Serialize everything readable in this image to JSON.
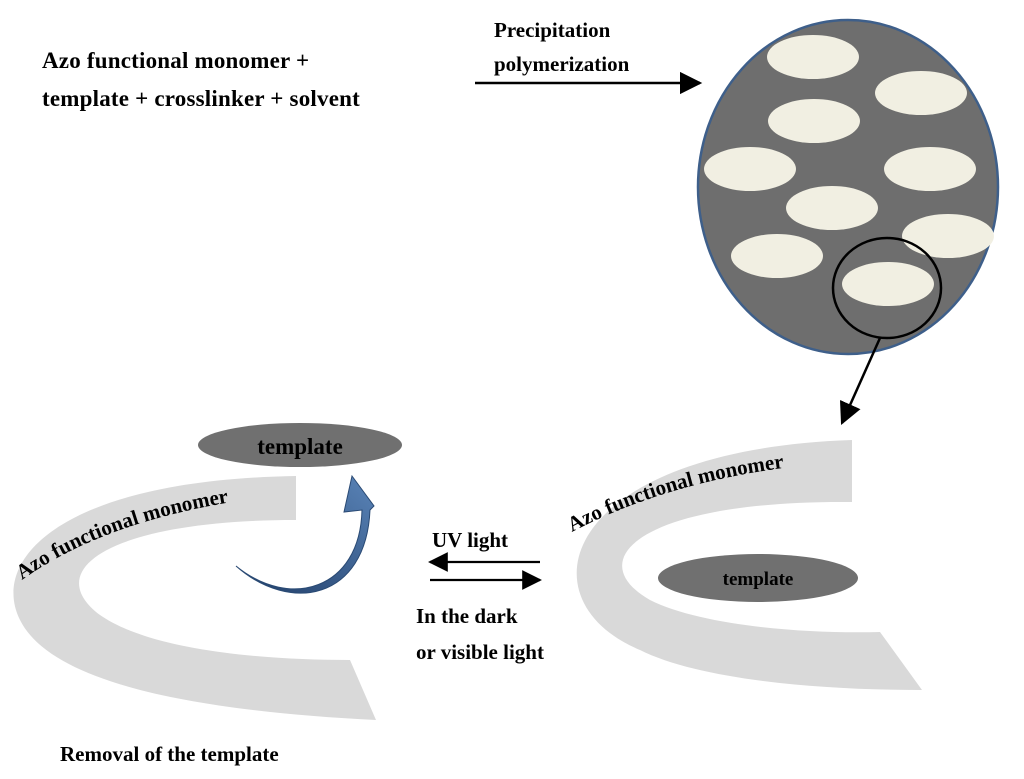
{
  "reactants": {
    "line1": "Azo functional monomer +",
    "line2": "template + crosslinker + solvent"
  },
  "polymerization": {
    "line1": "Precipitation",
    "line2": "polymerization"
  },
  "imprinted_site": {
    "monomer_label": "Azo functional monomer",
    "template_label": "template"
  },
  "released_site": {
    "monomer_label": "Azo functional monomer",
    "template_label": "template"
  },
  "switch": {
    "forward": "UV light",
    "reverse_line1": "In the dark",
    "reverse_line2": "or visible light"
  },
  "caption": "Removal of the template",
  "colors": {
    "particle_bg": "#6e6e6e",
    "particle_border": "#3e5f8a",
    "microsphere": "#f1efe2",
    "arc": "#d9d9d9",
    "template": "#707070",
    "rotate_arrow": "#3a5f8a"
  }
}
